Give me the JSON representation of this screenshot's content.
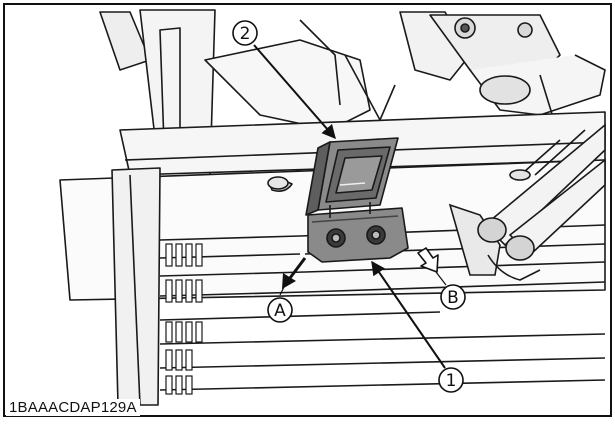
{
  "figure_id": "1BAAACDAP129A",
  "callouts": {
    "part_1": "1",
    "part_2": "2",
    "direction_a": "A",
    "direction_b": "B"
  },
  "colors": {
    "line": "#1a1a1a",
    "part_fill": "#8a8a8a",
    "part_dark": "#5e5e5e",
    "background": "#ffffff",
    "shade": "#cfcfcf"
  }
}
